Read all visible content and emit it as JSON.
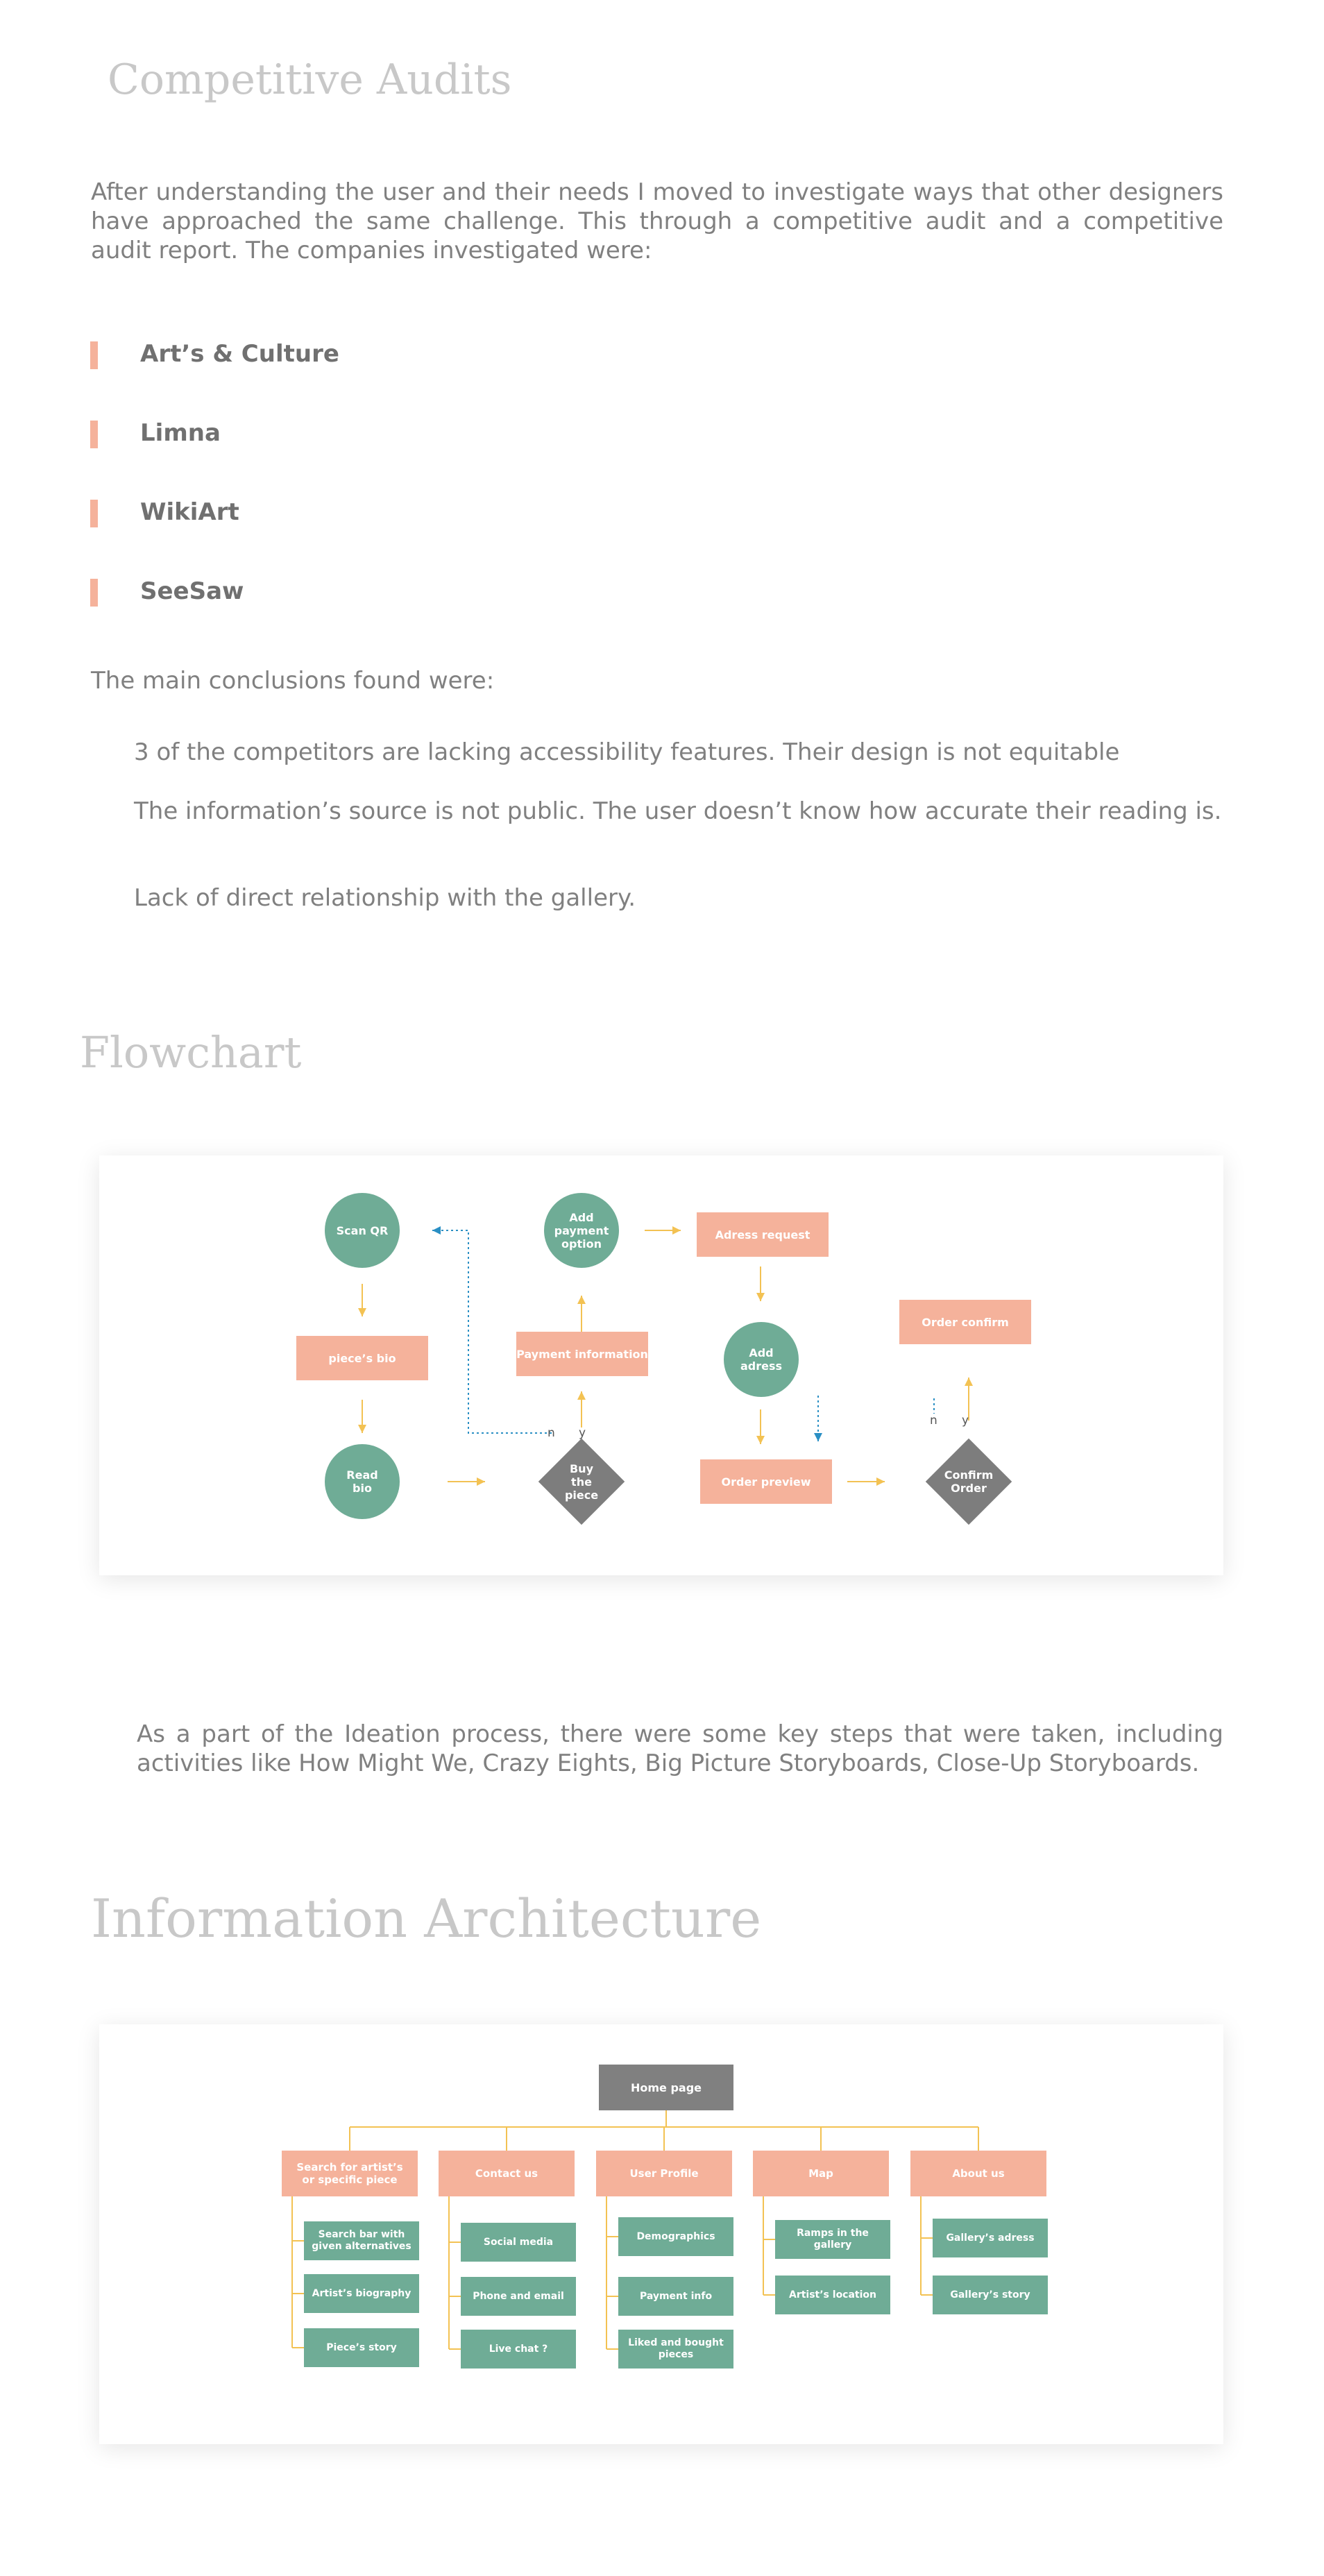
{
  "competitive": {
    "title": "Competitive Audits",
    "intro": "After understanding the user and their needs I moved to investigate ways that other designers have approached the same challenge. This through a competitive audit and a competitive audit report. The companies investigated were:",
    "companies": [
      "Art’s & Culture",
      "Limna",
      "WikiArt",
      "SeeSaw"
    ],
    "conclusions_heading": "The main conclusions found were:",
    "conclusions": [
      "3 of the competitors are lacking accessibility features. Their design is not equitable",
      "The information’s source is not public. The user doesn’t know how accurate their reading is.",
      "Lack of direct relationship with the gallery."
    ],
    "accent_color": "#f5b29b"
  },
  "flowchart": {
    "title": "Flowchart",
    "nodes": {
      "scan_qr": "Scan QR",
      "pieces_bio": "piece’s bio",
      "read_bio": "Read bio",
      "add_payment": "Add payment option",
      "payment_info": "Payment information",
      "buy_piece": "Buy the piece",
      "adress_request": "Adress request",
      "add_adress": "Add adress",
      "order_preview": "Order preview",
      "order_confirm": "Order confirm",
      "confirm_order": "Confirm Order"
    },
    "labels": {
      "n1": "n",
      "y1": "y",
      "n2": "n",
      "y2": "y"
    },
    "colors": {
      "circle": "#6fac96",
      "rect": "#f5b29b",
      "diamond": "#7d7d7d",
      "arrow": "#f3c253",
      "dotted": "#2a8fc4"
    }
  },
  "ideation": {
    "text": "As a part of the Ideation process, there were some key steps that were taken, including activities like How Might We, Crazy Eights, Big Picture Storyboards, Close-Up Storyboards."
  },
  "ia": {
    "title": "Information Architecture",
    "root": "Home page",
    "columns": [
      {
        "head": "Search for artist’s or specific piece",
        "items": [
          "Search bar with given alternatives",
          "Artist’s biography",
          "Piece’s story"
        ]
      },
      {
        "head": "Contact us",
        "items": [
          "Social media",
          "Phone and email",
          "Live chat ?"
        ]
      },
      {
        "head": "User Profile",
        "items": [
          "Demographics",
          "Payment info",
          "Liked and bought pieces"
        ]
      },
      {
        "head": "Map",
        "items": [
          "Ramps in the gallery",
          "Artist’s location"
        ]
      },
      {
        "head": "About us",
        "items": [
          "Gallery’s adress",
          "Gallery’s story"
        ]
      }
    ],
    "colors": {
      "root": "#808080",
      "head": "#f5b29b",
      "item": "#6fac96",
      "connector": "#f3c253"
    }
  }
}
